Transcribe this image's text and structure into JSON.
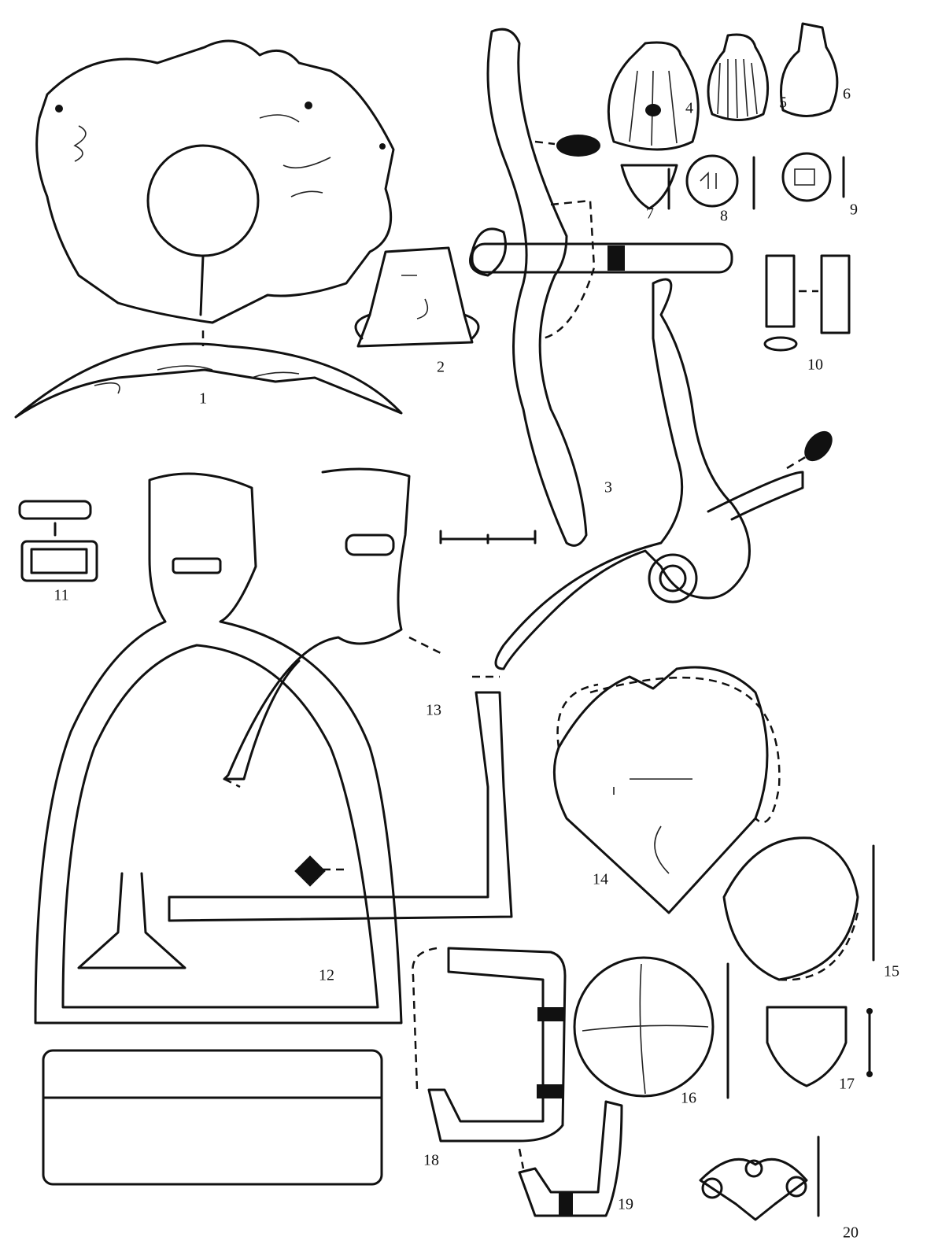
{
  "figure": {
    "item_labels": [
      "1",
      "2",
      "3",
      "4",
      "5",
      "6",
      "7",
      "8",
      "9",
      "10",
      "11",
      "12",
      "13",
      "14",
      "15",
      "16",
      "17",
      "18",
      "19",
      "20"
    ]
  }
}
